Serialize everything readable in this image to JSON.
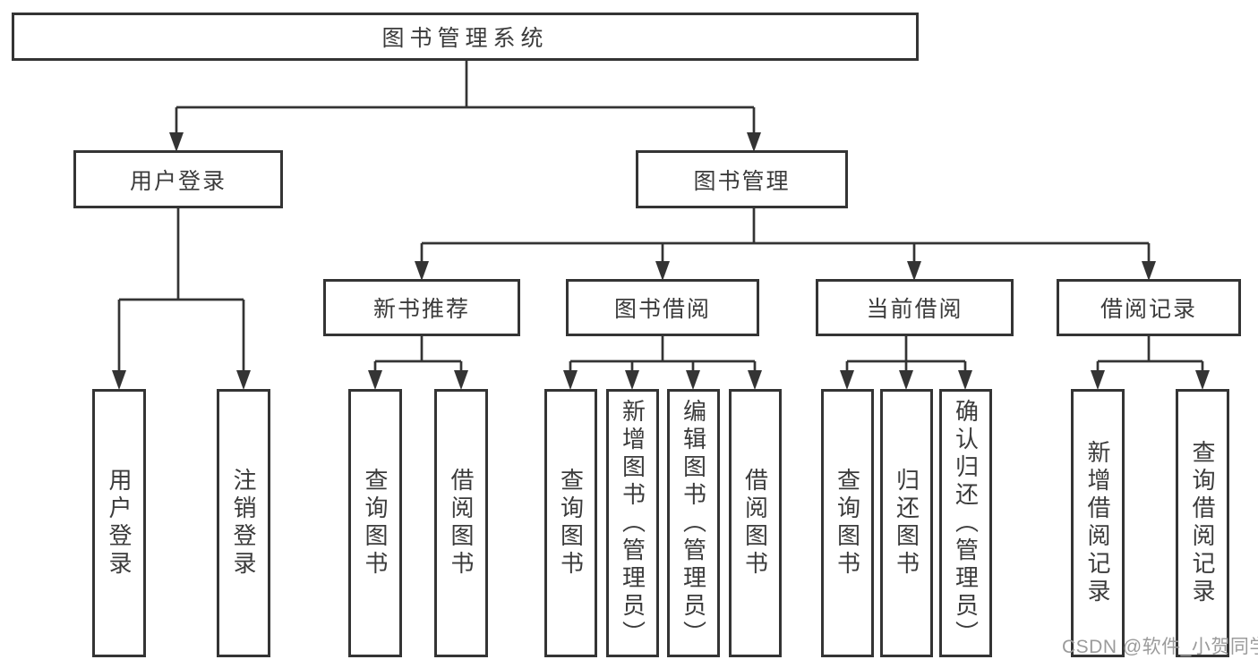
{
  "diagram": {
    "root": {
      "label": "图书管理系统"
    },
    "branches": [
      {
        "label": "用户登录",
        "children": [
          {
            "label": "用户登录"
          },
          {
            "label": "注销登录"
          }
        ]
      },
      {
        "label": "图书管理",
        "children": [
          {
            "label": "新书推荐",
            "children": [
              {
                "label": "查询图书"
              },
              {
                "label": "借阅图书"
              }
            ]
          },
          {
            "label": "图书借阅",
            "children": [
              {
                "label": "查询图书"
              },
              {
                "label": "新增图书（管理员）"
              },
              {
                "label": "编辑图书（管理员）"
              },
              {
                "label": "借阅图书"
              }
            ]
          },
          {
            "label": "当前借阅",
            "children": [
              {
                "label": "查询图书"
              },
              {
                "label": "归还图书"
              },
              {
                "label": "确认归还（管理员）"
              }
            ]
          },
          {
            "label": "借阅记录",
            "children": [
              {
                "label": "新增借阅记录"
              },
              {
                "label": "查询借阅记录"
              }
            ]
          }
        ]
      }
    ]
  },
  "watermark": "CSDN @软件_小贺同学",
  "colors": {
    "line": "#343434",
    "text": "#3b3b3b",
    "background": "#ffffff",
    "watermark": "#9b9b9b"
  }
}
